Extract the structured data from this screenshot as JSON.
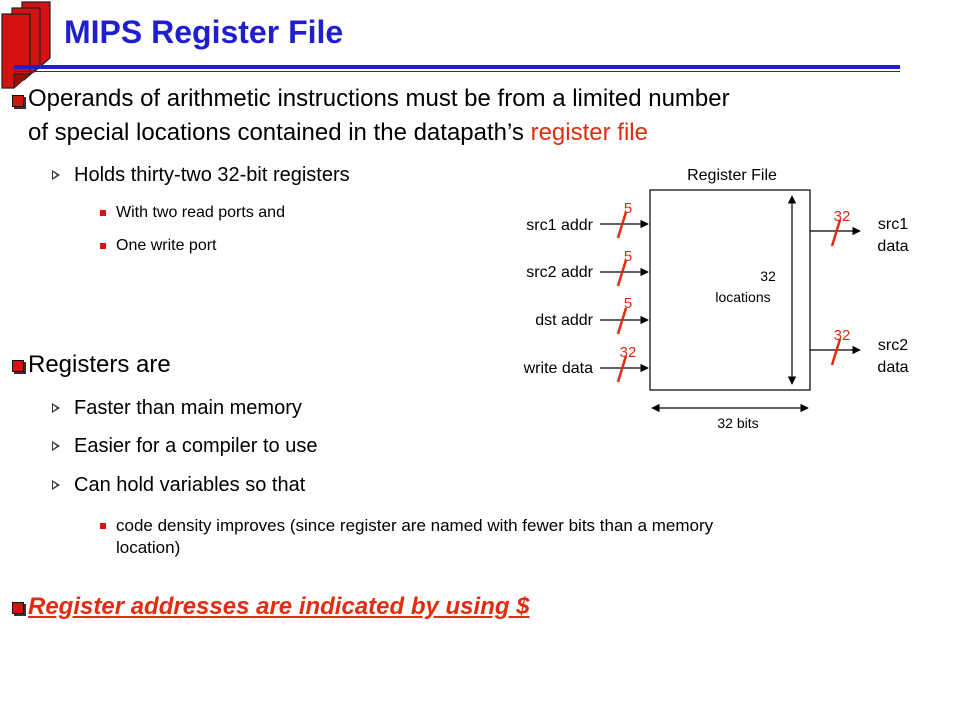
{
  "slide": {
    "title": "MIPS Register File",
    "bullets": {
      "b1": {
        "line1": "Operands of arithmetic instructions must be from a limited number",
        "line2_pre": "of special locations contained in the datapath’s ",
        "line2_highlight": "register file"
      },
      "b1_sub1": "Holds thirty-two 32-bit registers",
      "b1_sub1_a": "With two read ports and",
      "b1_sub1_b": "One write port",
      "b2": "Registers are",
      "b2_sub1": "Faster than main memory",
      "b2_sub2": "Easier for a compiler to use",
      "b2_sub3": "Can hold variables so that",
      "b2_sub3_a_line1": "code density improves (since register are named with fewer bits than a memory",
      "b2_sub3_a_line2": "location)",
      "b3": "Register addresses are indicated by using $"
    }
  },
  "diagram": {
    "title": "Register File",
    "inputs": [
      {
        "label": "src1 addr",
        "width": "5"
      },
      {
        "label": "src2 addr",
        "width": "5"
      },
      {
        "label": "dst addr",
        "width": "5"
      },
      {
        "label": "write data",
        "width": "32"
      }
    ],
    "outputs": [
      {
        "label_line1": "src1",
        "label_line2": "data",
        "width": "32"
      },
      {
        "label_line1": "src2",
        "label_line2": "data",
        "width": "32"
      }
    ],
    "depth_line1": "32",
    "depth_line2": "locations",
    "bits_label": "32 bits"
  },
  "colors": {
    "title_blue": "#1f1fd0",
    "accent_red": "#e22b0f",
    "bullet_red": "#d41212"
  }
}
